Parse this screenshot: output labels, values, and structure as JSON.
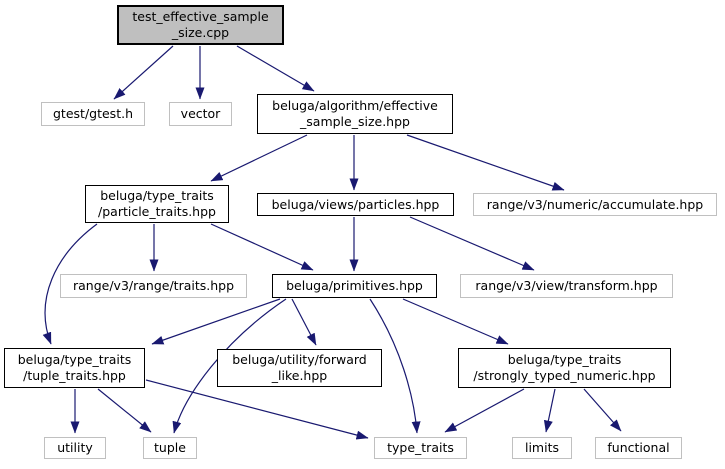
{
  "diagram": {
    "kind": "include-dependency-graph",
    "colors": {
      "edge": "#191970",
      "node_fill": "#ffffff",
      "current_node_fill": "#bfbfbf",
      "internal_border": "#000000",
      "external_border": "#c0c0c0"
    },
    "nodes": [
      {
        "id": "test-cpp",
        "label": "test_effective_sample\n_size.cpp",
        "kind": "current"
      },
      {
        "id": "gtest",
        "label": "gtest/gtest.h",
        "kind": "external"
      },
      {
        "id": "vector",
        "label": "vector",
        "kind": "external"
      },
      {
        "id": "effective-sample-size",
        "label": "beluga/algorithm/effective\n_sample_size.hpp",
        "kind": "internal"
      },
      {
        "id": "particle-traits",
        "label": "beluga/type_traits\n/particle_traits.hpp",
        "kind": "internal"
      },
      {
        "id": "particles",
        "label": "beluga/views/particles.hpp",
        "kind": "internal"
      },
      {
        "id": "accumulate",
        "label": "range/v3/numeric/accumulate.hpp",
        "kind": "external"
      },
      {
        "id": "range-traits",
        "label": "range/v3/range/traits.hpp",
        "kind": "external"
      },
      {
        "id": "primitives",
        "label": "beluga/primitives.hpp",
        "kind": "internal"
      },
      {
        "id": "transform",
        "label": "range/v3/view/transform.hpp",
        "kind": "external"
      },
      {
        "id": "tuple-traits",
        "label": "beluga/type_traits\n/tuple_traits.hpp",
        "kind": "internal"
      },
      {
        "id": "forward-like",
        "label": "beluga/utility/forward\n_like.hpp",
        "kind": "internal"
      },
      {
        "id": "strongly-typed-numeric",
        "label": "beluga/type_traits\n/strongly_typed_numeric.hpp",
        "kind": "internal"
      },
      {
        "id": "utility",
        "label": "utility",
        "kind": "external"
      },
      {
        "id": "tuple",
        "label": "tuple",
        "kind": "external"
      },
      {
        "id": "type-traits",
        "label": "type_traits",
        "kind": "external"
      },
      {
        "id": "limits",
        "label": "limits",
        "kind": "external"
      },
      {
        "id": "functional",
        "label": "functional",
        "kind": "external"
      }
    ],
    "edges": [
      {
        "from": "test-cpp",
        "to": "gtest"
      },
      {
        "from": "test-cpp",
        "to": "vector"
      },
      {
        "from": "test-cpp",
        "to": "effective-sample-size"
      },
      {
        "from": "effective-sample-size",
        "to": "particle-traits"
      },
      {
        "from": "effective-sample-size",
        "to": "particles"
      },
      {
        "from": "effective-sample-size",
        "to": "accumulate"
      },
      {
        "from": "particle-traits",
        "to": "range-traits"
      },
      {
        "from": "particle-traits",
        "to": "primitives"
      },
      {
        "from": "particle-traits",
        "to": "tuple-traits"
      },
      {
        "from": "particles",
        "to": "primitives"
      },
      {
        "from": "particles",
        "to": "transform"
      },
      {
        "from": "primitives",
        "to": "tuple-traits"
      },
      {
        "from": "primitives",
        "to": "forward-like"
      },
      {
        "from": "primitives",
        "to": "tuple"
      },
      {
        "from": "primitives",
        "to": "type-traits"
      },
      {
        "from": "primitives",
        "to": "strongly-typed-numeric"
      },
      {
        "from": "tuple-traits",
        "to": "utility"
      },
      {
        "from": "tuple-traits",
        "to": "tuple"
      },
      {
        "from": "tuple-traits",
        "to": "type-traits"
      },
      {
        "from": "strongly-typed-numeric",
        "to": "type-traits"
      },
      {
        "from": "strongly-typed-numeric",
        "to": "limits"
      },
      {
        "from": "strongly-typed-numeric",
        "to": "functional"
      }
    ]
  }
}
